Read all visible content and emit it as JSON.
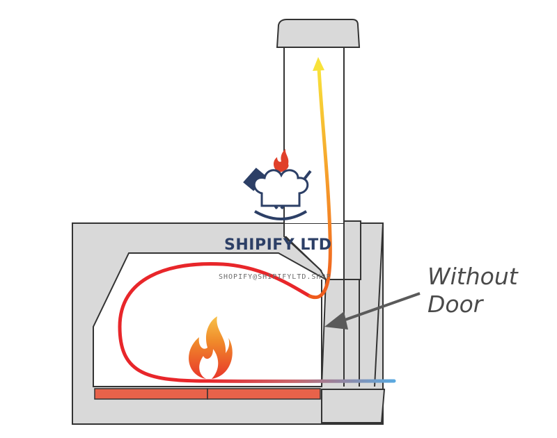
{
  "callout": {
    "line1": "Without",
    "line2": "Door"
  },
  "watermark": {
    "brand": "SHIPIFY LTD",
    "email": "SHOPIFY@SHIPIFYLTD.SHOP",
    "icons": [
      "flame-icon",
      "chef-hat-icon",
      "spatula-icon",
      "whisk-icon"
    ]
  },
  "colors": {
    "oven_body": "#d9d9d9",
    "outline": "#333333",
    "hearth": "#e8624a",
    "hot_flow": "#e8262a",
    "rising_flow": "#f5c842",
    "cold_air": "#5aa9e0",
    "brand": "#2c3f66",
    "callout_text": "#4a4a4a"
  }
}
